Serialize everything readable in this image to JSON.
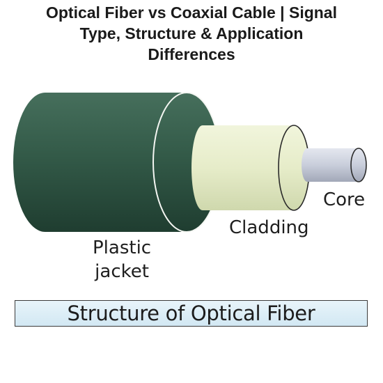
{
  "page": {
    "title_lines": [
      "Optical Fiber vs Coaxial Cable | Signal",
      "Type, Structure & Application",
      "Differences"
    ]
  },
  "diagram": {
    "layers": [
      {
        "label": "Core",
        "color": "#c4c9d8"
      },
      {
        "label": "Cladding",
        "color": "#e6ecc9"
      },
      {
        "label_lines": [
          "Plastic",
          "jacket"
        ],
        "color": "#335a48"
      }
    ],
    "caption": "Structure of Optical Fiber"
  }
}
